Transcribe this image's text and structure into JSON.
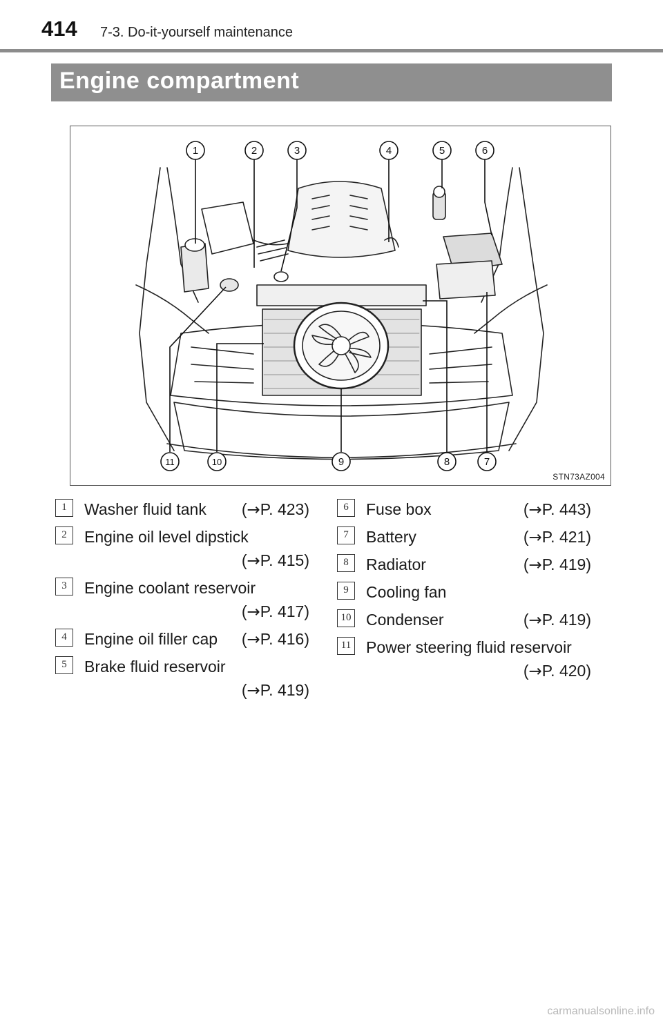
{
  "header": {
    "page_number": "414",
    "chapter": "7-3. Do-it-yourself maintenance"
  },
  "section": {
    "title": "Engine compartment"
  },
  "figure": {
    "code": "STN73AZ004",
    "top_callouts": [
      "1",
      "2",
      "3",
      "4",
      "5",
      "6"
    ],
    "bottom_callouts": [
      "11",
      "10",
      "9",
      "8",
      "7"
    ]
  },
  "legend": {
    "left": [
      {
        "num": "1",
        "label": "Washer fluid tank",
        "ref": "P. 423"
      },
      {
        "num": "2",
        "label": "Engine oil level dipstick",
        "ref": "P. 415"
      },
      {
        "num": "3",
        "label": "Engine coolant reservoir",
        "ref": "P. 417"
      },
      {
        "num": "4",
        "label": "Engine oil filler cap",
        "ref": "P. 416"
      },
      {
        "num": "5",
        "label": "Brake fluid reservoir",
        "ref": "P. 419"
      }
    ],
    "right": [
      {
        "num": "6",
        "label": "Fuse box",
        "ref": "P. 443"
      },
      {
        "num": "7",
        "label": "Battery",
        "ref": "P. 421"
      },
      {
        "num": "8",
        "label": "Radiator",
        "ref": "P. 419"
      },
      {
        "num": "9",
        "label": "Cooling fan",
        "ref": ""
      },
      {
        "num": "10",
        "label": "Condenser",
        "ref": "P. 419"
      },
      {
        "num": "11",
        "label": "Power steering fluid reservoir",
        "ref": "P. 420"
      }
    ]
  },
  "watermark": "carmanualsonline.info"
}
